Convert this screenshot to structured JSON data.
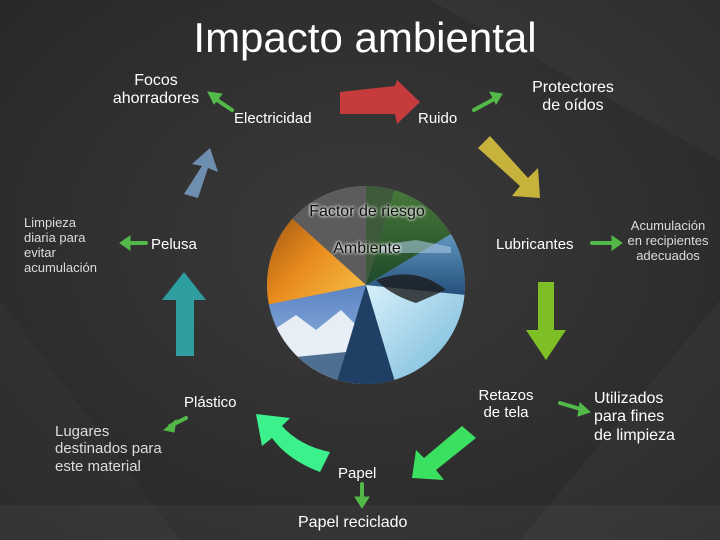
{
  "title": "Impacto ambiental",
  "center": {
    "line1": "Factor de riesgo",
    "line2": "Ambiente"
  },
  "nodes": {
    "focos": "Focos\nahorradores",
    "electricidad": "Electricidad",
    "ruido": "Ruido",
    "protectores": "Protectores\nde oídos",
    "lubricantes": "Lubricantes",
    "acumulacion": "Acumulación\nen recipientes\nadecuados",
    "retazos": "Retazos\nde tela",
    "utilizados": "Utilizados\npara fines\nde limpieza",
    "papel": "Papel",
    "papel_reciclado": "Papel reciclado",
    "plastico": "Plástico",
    "lugares": "Lugares\ndestinados para\neste material",
    "pelusa": "Pelusa",
    "limpieza": "Limpieza\ndiaria para\nevitar\nacumulación"
  },
  "colors": {
    "background": "#2d2d2d",
    "cycle_arrows": [
      "#c63b3b",
      "#c7b23c",
      "#7fbf26",
      "#3ce060",
      "#2e9ea0",
      "#6f8fb0"
    ],
    "small_arrows": "#52b848"
  }
}
